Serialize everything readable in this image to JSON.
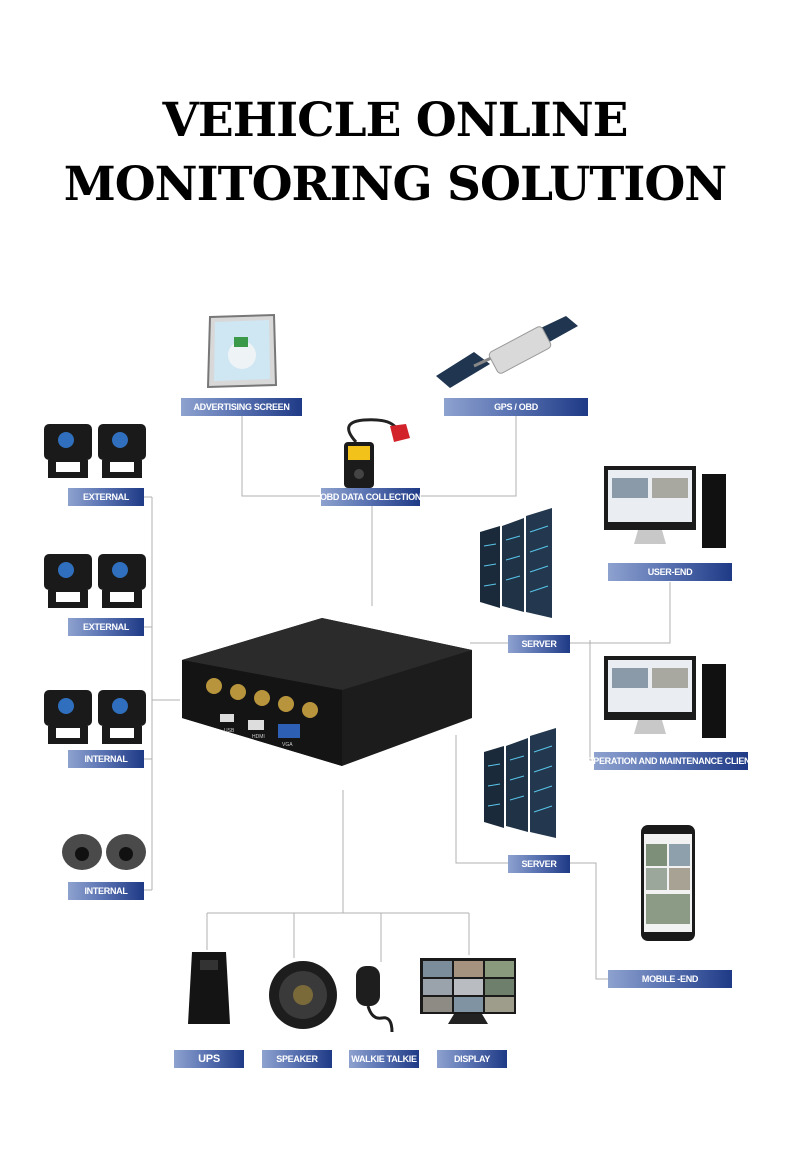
{
  "title": {
    "line1": "VEHICLE ONLINE",
    "line2": "MONITORING SOLUTION"
  },
  "labels": {
    "advertising_screen": "ADVERTISING SCREEN",
    "gps_obd": "GPS / OBD",
    "obd_data_collection": "OBD DATA COLLECTION",
    "external_1": "EXTERNAL",
    "external_2": "EXTERNAL",
    "internal_1": "INTERNAL",
    "internal_2": "INTERNAL",
    "user_end": "USER-END",
    "server_1": "SERVER",
    "operation_client": "OPERATION AND MAINTENANCE CLIENT",
    "server_2": "SERVER",
    "mobile_end": "MOBILE -END",
    "ups": "UPS",
    "speaker": "SPEAKER",
    "walkie_talkie": "WALKIE TALKIE",
    "display": "DISPLAY"
  },
  "dvr_port_labels": {
    "usb": "USB",
    "hdmi": "HDMI",
    "vga": "VGA"
  },
  "colors": {
    "label_gradient_start": "#8ea2cf",
    "label_gradient_end": "#1f3a86",
    "connector_line": "#b0b0b0",
    "title": "#000000"
  },
  "icons": {
    "advertising_screen": "touch-screen-icon",
    "gps_obd": "satellite-icon",
    "obd_data_collection": "obd-scanner-icon",
    "external_cameras": "box-camera-icon",
    "internal_box_cameras": "box-camera-icon",
    "internal_dome_cameras": "dome-camera-icon",
    "dvr": "mobile-dvr-icon",
    "servers": "server-rack-icon",
    "user_end": "desktop-computer-icon",
    "operation_client": "desktop-computer-icon",
    "mobile_end": "smartphone-icon",
    "ups": "ups-icon",
    "speaker": "speaker-icon",
    "walkie_talkie": "handheld-microphone-icon",
    "display": "monitor-icon"
  }
}
